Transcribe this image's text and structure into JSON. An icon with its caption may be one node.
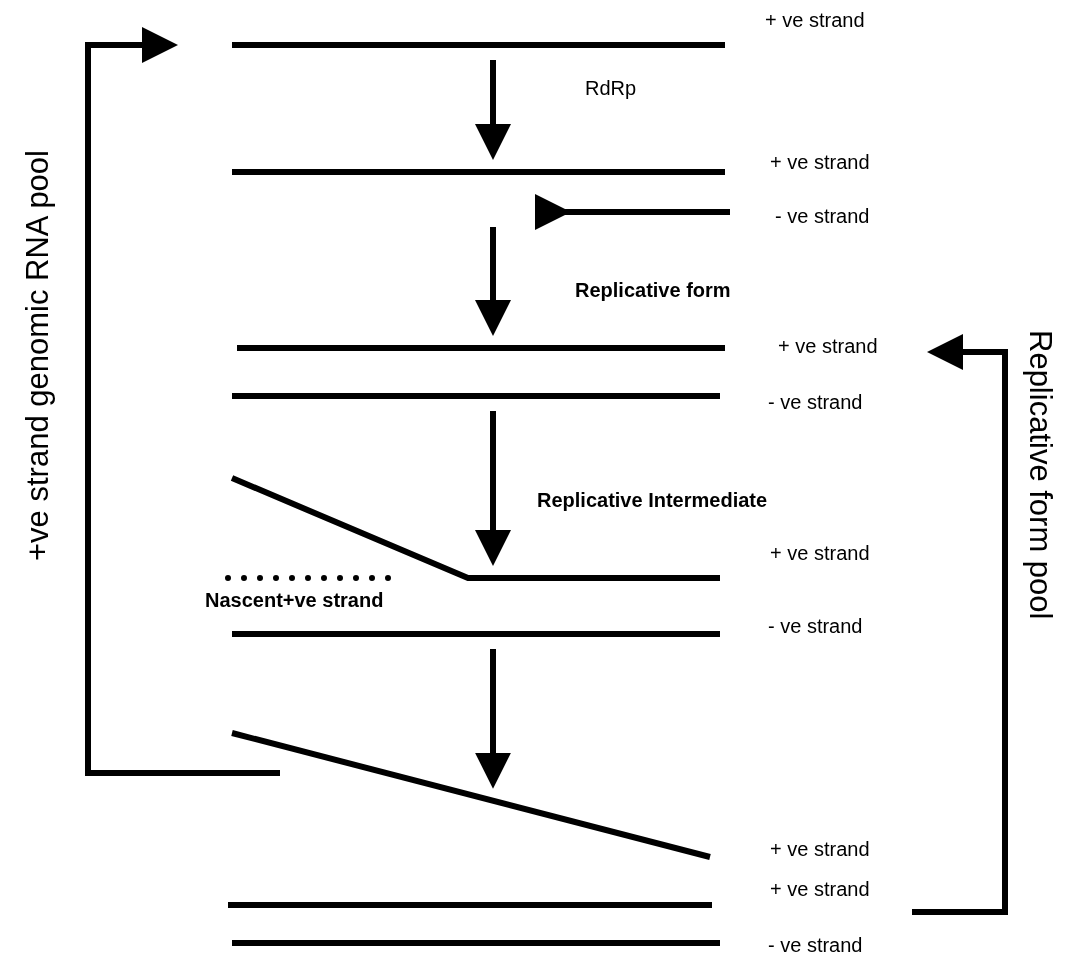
{
  "diagram": {
    "nodes": [
      {
        "text": [
          "+ ve strand"
        ]
      },
      {
        "text": [
          "+ ve strand"
        ]
      },
      {
        "text": [
          "- ve strand"
        ]
      },
      {
        "text": [
          "+ ve strand"
        ]
      },
      {
        "text": [
          "- ve strand"
        ]
      },
      {
        "text": [
          "+ ve strand"
        ]
      },
      {
        "text": [
          "Nascent+ve strand"
        ]
      },
      {
        "text": [
          "- ve strand"
        ]
      },
      {
        "text": [
          "+ ve strand"
        ]
      },
      {
        "text": [
          "+ ve strand"
        ]
      },
      {
        "text": [
          "- ve strand"
        ]
      }
    ],
    "edges": [
      {
        "from": 0,
        "to": 1,
        "arrow": "to",
        "label": "RdRp"
      },
      {
        "from": 2,
        "to": 3,
        "arrow": "to",
        "label": "Replicative form"
      },
      {
        "from": 4,
        "to": 5,
        "arrow": "to",
        "label": "Replicative Intermediate"
      },
      {
        "from": 7,
        "to": 8,
        "arrow": "to"
      },
      {
        "from": 8,
        "to": 0,
        "arrow": "to",
        "label": "+ve strand genomic RNA pool"
      },
      {
        "from": 9,
        "to": 3,
        "arrow": "to",
        "label": "Replicative form pool"
      }
    ]
  }
}
